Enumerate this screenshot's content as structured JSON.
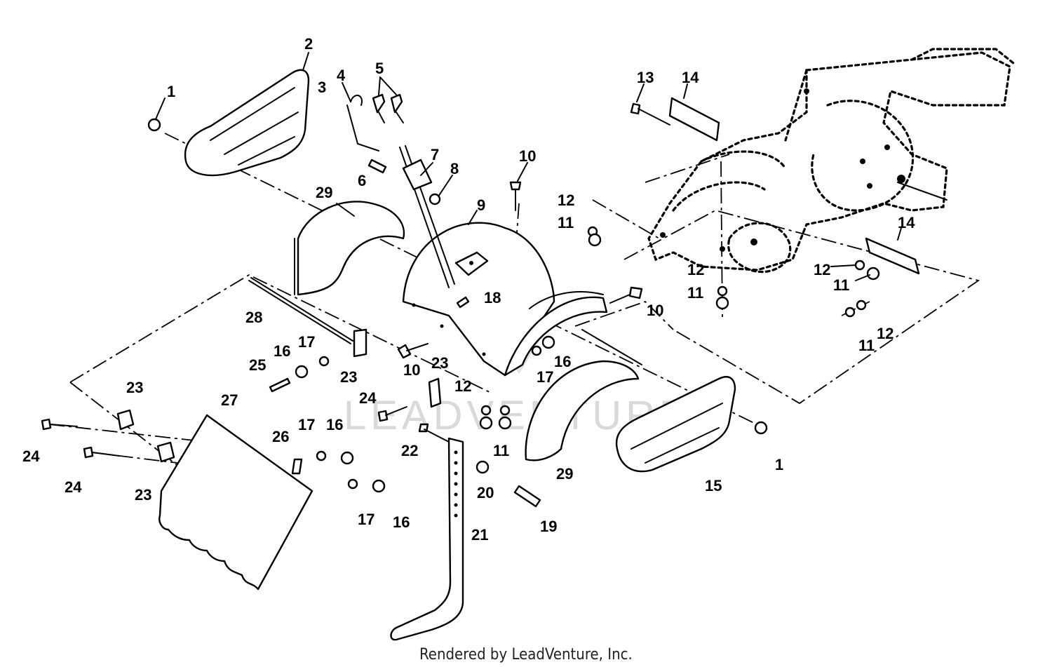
{
  "footer": {
    "text": "Rendered by LeadVenture, Inc."
  },
  "watermark": {
    "text": "LEADVENTURE"
  },
  "callouts": [
    {
      "label": "1"
    },
    {
      "label": "2"
    },
    {
      "label": "3"
    },
    {
      "label": "4"
    },
    {
      "label": "5"
    },
    {
      "label": "6"
    },
    {
      "label": "7"
    },
    {
      "label": "8"
    },
    {
      "label": "9"
    },
    {
      "label": "10"
    },
    {
      "label": "10"
    },
    {
      "label": "10"
    },
    {
      "label": "12"
    },
    {
      "label": "11"
    },
    {
      "label": "13"
    },
    {
      "label": "14"
    },
    {
      "label": "14"
    },
    {
      "label": "12"
    },
    {
      "label": "11"
    },
    {
      "label": "12"
    },
    {
      "label": "11"
    },
    {
      "label": "12"
    },
    {
      "label": "11"
    },
    {
      "label": "29"
    },
    {
      "label": "18"
    },
    {
      "label": "28"
    },
    {
      "label": "17"
    },
    {
      "label": "16"
    },
    {
      "label": "25"
    },
    {
      "label": "23"
    },
    {
      "label": "23"
    },
    {
      "label": "24"
    },
    {
      "label": "16"
    },
    {
      "label": "17"
    },
    {
      "label": "12"
    },
    {
      "label": "11"
    },
    {
      "label": "23"
    },
    {
      "label": "27"
    },
    {
      "label": "17"
    },
    {
      "label": "16"
    },
    {
      "label": "26"
    },
    {
      "label": "24"
    },
    {
      "label": "24"
    },
    {
      "label": "23"
    },
    {
      "label": "22"
    },
    {
      "label": "20"
    },
    {
      "label": "19"
    },
    {
      "label": "21"
    },
    {
      "label": "29"
    },
    {
      "label": "15"
    },
    {
      "label": "1"
    },
    {
      "label": "17"
    },
    {
      "label": "16"
    }
  ]
}
